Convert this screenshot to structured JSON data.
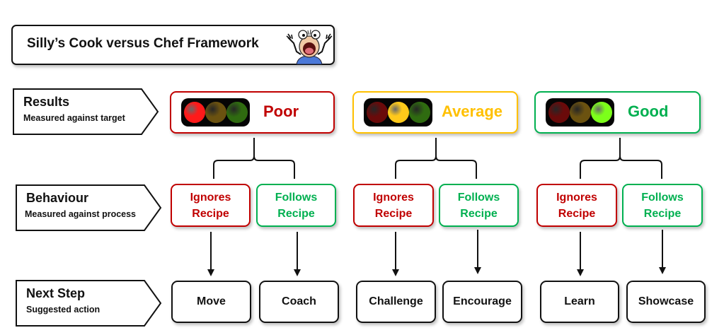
{
  "title": {
    "text": "Silly’s Cook versus Chef Framework",
    "icon": "screaming-cartoon-face-icon"
  },
  "row_labels": [
    {
      "title": "Results",
      "subtitle": "Measured against target"
    },
    {
      "title": "Behaviour",
      "subtitle": "Measured against process"
    },
    {
      "title": "Next Step",
      "subtitle": "Suggested action"
    }
  ],
  "colors": {
    "poor": "#c00000",
    "average": "#ffc000",
    "good": "#00b050",
    "ignores": "#c00000",
    "follows": "#00b050",
    "neutral": "#111111"
  },
  "results": [
    {
      "label": "Poor",
      "active_light": "red",
      "color": "#c00000",
      "lights": {
        "red": "#ff1a1a",
        "amber": "#6b5210",
        "green": "#2f6b10"
      }
    },
    {
      "label": "Average",
      "active_light": "amber",
      "color": "#ffc000",
      "lights": {
        "red": "#6a0a0a",
        "amber": "#ffc91a",
        "green": "#2f6b10"
      }
    },
    {
      "label": "Good",
      "active_light": "green",
      "color": "#00b050",
      "lights": {
        "red": "#6a0a0a",
        "amber": "#6b5210",
        "green": "#7cff1a"
      }
    }
  ],
  "behaviours": [
    {
      "ignores": "Ignores Recipe",
      "follows": "Follows Recipe"
    },
    {
      "ignores": "Ignores Recipe",
      "follows": "Follows Recipe"
    },
    {
      "ignores": "Ignores Recipe",
      "follows": "Follows Recipe"
    }
  ],
  "next_steps": [
    {
      "ignores": "Move",
      "follows": "Coach"
    },
    {
      "ignores": "Challenge",
      "follows": "Encourage"
    },
    {
      "ignores": "Learn",
      "follows": "Showcase"
    }
  ]
}
